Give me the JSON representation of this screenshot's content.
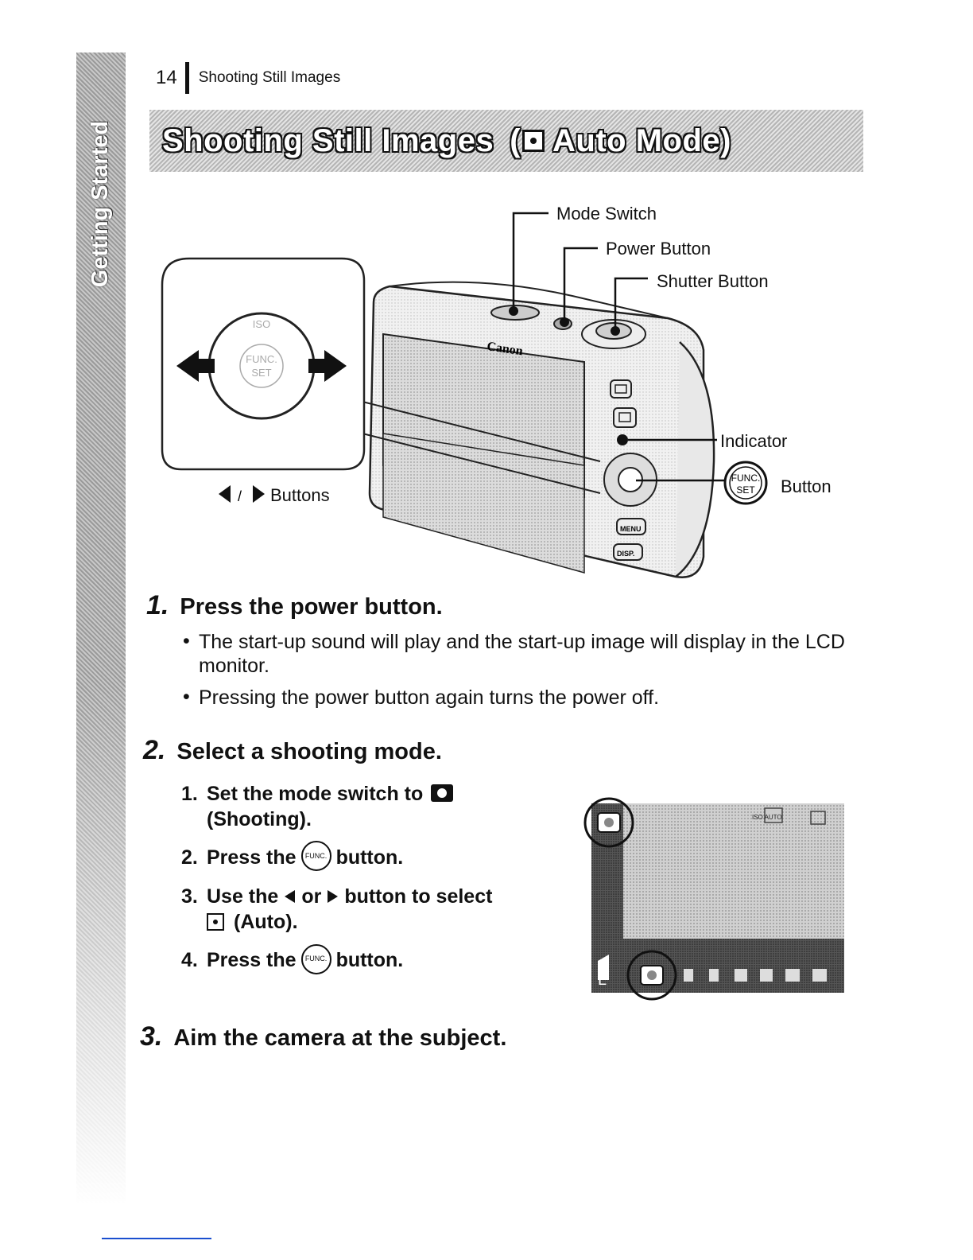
{
  "sidebar": {
    "section_tab": "Getting Started"
  },
  "header": {
    "page_number": "14",
    "running_title": "Shooting Still Images"
  },
  "title": {
    "main": "Shooting Still Images",
    "paren_open": "(",
    "mode": "Auto Mode)"
  },
  "diagram": {
    "callouts": {
      "mode_switch": "Mode Switch",
      "power_button": "Power Button",
      "shutter_button": "Shutter Button",
      "indicator": "Indicator",
      "func_button": "Button",
      "left_right_buttons": "Buttons"
    },
    "brand": "Canon",
    "dial_labels": {
      "func": "FUNC.",
      "set": "SET",
      "iso": "ISO"
    },
    "button_labels": {
      "menu": "MENU",
      "disp": "DISP."
    }
  },
  "steps": [
    {
      "number": "1.",
      "title": "Press the power button.",
      "bullets": [
        "The start-up sound will play and the start-up image will display in the LCD monitor.",
        "Pressing the power button again turns the power off."
      ]
    },
    {
      "number": "2.",
      "title": "Select a shooting mode.",
      "substeps": {
        "s1_num": "1.",
        "s1_a": "Set the mode switch to",
        "s1_b": "(Shooting).",
        "s2_num": "2.",
        "s2_a": "Press the",
        "s2_b": "button.",
        "s3_num": "3.",
        "s3_a": "Use the",
        "s3_or": "or",
        "s3_b": "button to select",
        "s3_c": "(Auto).",
        "s4_num": "4.",
        "s4_a": "Press the",
        "s4_b": "button."
      }
    },
    {
      "number": "3.",
      "title": "Aim the camera at the subject."
    }
  ],
  "lcd_screen": {
    "size_label": "L",
    "iso_label": "ISO AUTO"
  },
  "colors": {
    "footer_rule": "#1a4fcf",
    "shading_dark": "#9a9a9a",
    "shading_light": "#e4e4e4"
  },
  "icons": {
    "shooting_mode": "camera-icon",
    "auto_mode": "auto-mode-icon",
    "func_set": "func-set-icon",
    "left_right": "left-right-arrow-icon"
  }
}
